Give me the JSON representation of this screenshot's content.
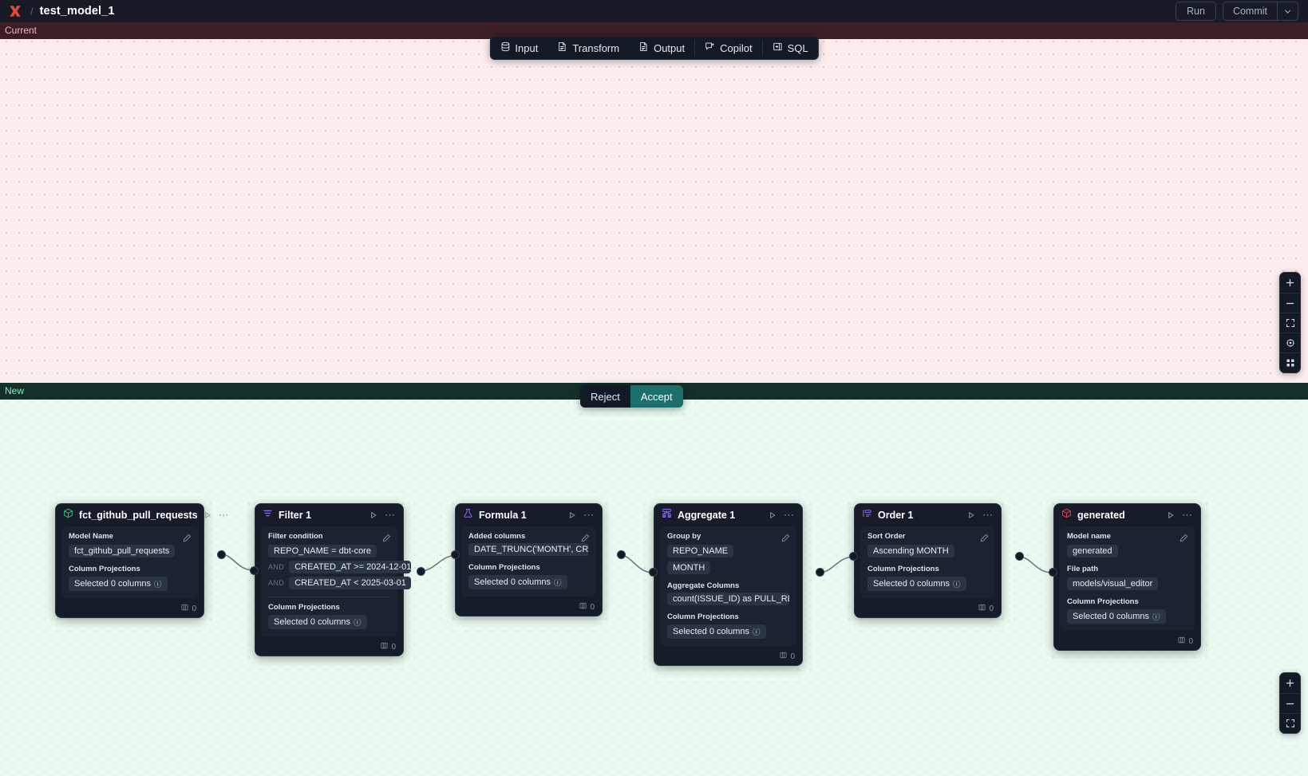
{
  "topbar": {
    "logo_icon": "app-logo-x-icon",
    "separator": "/",
    "title": "test_model_1",
    "run_label": "Run",
    "commit_label": "Commit",
    "commit_chevron_icon": "chevron-down-icon"
  },
  "toolbar": {
    "items": [
      {
        "label": "Input",
        "icon": "database-icon"
      },
      {
        "label": "Transform",
        "icon": "file-text-icon"
      },
      {
        "label": "Output",
        "icon": "file-text-icon"
      },
      {
        "label": "Copilot",
        "icon": "sparkle-chat-icon"
      },
      {
        "label": "SQL",
        "icon": "sql-panel-icon"
      }
    ]
  },
  "panes": {
    "current_label": "Current",
    "new_label": "New"
  },
  "decision": {
    "reject_label": "Reject",
    "accept_label": "Accept",
    "accept_color": "#1c6f6a"
  },
  "zoom_controls_top": [
    {
      "icon": "plus-icon",
      "glyph": "+"
    },
    {
      "icon": "minus-icon",
      "glyph": "−"
    },
    {
      "icon": "fit-screen-icon",
      "glyph": ""
    },
    {
      "icon": "lock-target-icon",
      "glyph": ""
    },
    {
      "icon": "grid-icon",
      "glyph": ""
    }
  ],
  "zoom_controls_bottom": [
    {
      "icon": "plus-icon",
      "glyph": "+"
    },
    {
      "icon": "minus-icon",
      "glyph": "−"
    },
    {
      "icon": "fit-screen-icon",
      "glyph": ""
    }
  ],
  "nodes": [
    {
      "id": "source",
      "title": "fct_github_pull_requests",
      "icon": "cube-icon",
      "icon_color": "#3fbf7f",
      "run_icon": "play-icon",
      "menu_icon": "more-dots-icon",
      "edit_icon": "pencil-icon",
      "fields": [
        {
          "label": "Model Name",
          "chips": [
            "fct_github_pull_requests"
          ]
        },
        {
          "label": "Column Projections",
          "chips": [
            "Selected 0 columns"
          ],
          "info": true
        }
      ],
      "footer_icon": "columns-icon",
      "footer_count": "0"
    },
    {
      "id": "filter",
      "title": "Filter 1",
      "icon": "filter-icon",
      "icon_color": "#8b6cf0",
      "run_icon": "play-icon",
      "menu_icon": "more-dots-icon",
      "edit_icon": "pencil-icon",
      "fields": [
        {
          "label": "Filter condition",
          "conditions": [
            {
              "prefix": "",
              "text": "REPO_NAME = dbt-core"
            },
            {
              "prefix": "AND",
              "text": "CREATED_AT >= 2024-12-01"
            },
            {
              "prefix": "AND",
              "text": "CREATED_AT < 2025-03-01"
            }
          ]
        },
        {
          "label": "Column Projections",
          "chips": [
            "Selected 0 columns"
          ],
          "info": true
        }
      ],
      "footer_icon": "columns-icon",
      "footer_count": "0"
    },
    {
      "id": "formula",
      "title": "Formula 1",
      "icon": "flask-icon",
      "icon_color": "#8b6cf0",
      "run_icon": "play-icon",
      "menu_icon": "more-dots-icon",
      "edit_icon": "pencil-icon",
      "fields": [
        {
          "label": "Added columns",
          "chips": [
            "DATE_TRUNC('MONTH', CREATED_AT…"
          ]
        },
        {
          "label": "Column Projections",
          "chips": [
            "Selected 0 columns"
          ],
          "info": true
        }
      ],
      "footer_icon": "columns-icon",
      "footer_count": "0"
    },
    {
      "id": "aggregate",
      "title": "Aggregate 1",
      "icon": "aggregate-icon",
      "icon_color": "#8b6cf0",
      "run_icon": "play-icon",
      "menu_icon": "more-dots-icon",
      "edit_icon": "pencil-icon",
      "fields": [
        {
          "label": "Group by",
          "chips": [
            "REPO_NAME",
            "MONTH"
          ],
          "stacked": true
        },
        {
          "label": "Aggregate Columns",
          "chips": [
            "count(ISSUE_ID) as PULL_REQUEST_…"
          ]
        },
        {
          "label": "Column Projections",
          "chips": [
            "Selected 0 columns"
          ],
          "info": true
        }
      ],
      "footer_icon": "columns-icon",
      "footer_count": "0"
    },
    {
      "id": "order",
      "title": "Order 1",
      "icon": "sort-icon",
      "icon_color": "#8b6cf0",
      "run_icon": "play-icon",
      "menu_icon": "more-dots-icon",
      "edit_icon": "pencil-icon",
      "fields": [
        {
          "label": "Sort Order",
          "chips": [
            "Ascending MONTH"
          ]
        },
        {
          "label": "Column Projections",
          "chips": [
            "Selected 0 columns"
          ],
          "info": true
        }
      ],
      "footer_icon": "columns-icon",
      "footer_count": "0"
    },
    {
      "id": "generated",
      "title": "generated",
      "icon": "cube-icon",
      "icon_color": "#e04545",
      "run_icon": "play-icon",
      "menu_icon": "more-dots-icon",
      "edit_icon": "pencil-icon",
      "fields": [
        {
          "label": "Model name",
          "chips": [
            "generated"
          ]
        },
        {
          "label": "File path",
          "chips": [
            "models/visual_editor"
          ]
        },
        {
          "label": "Column Projections",
          "chips": [
            "Selected 0 columns"
          ],
          "info": true
        }
      ],
      "footer_icon": "columns-icon",
      "footer_count": "0"
    }
  ]
}
